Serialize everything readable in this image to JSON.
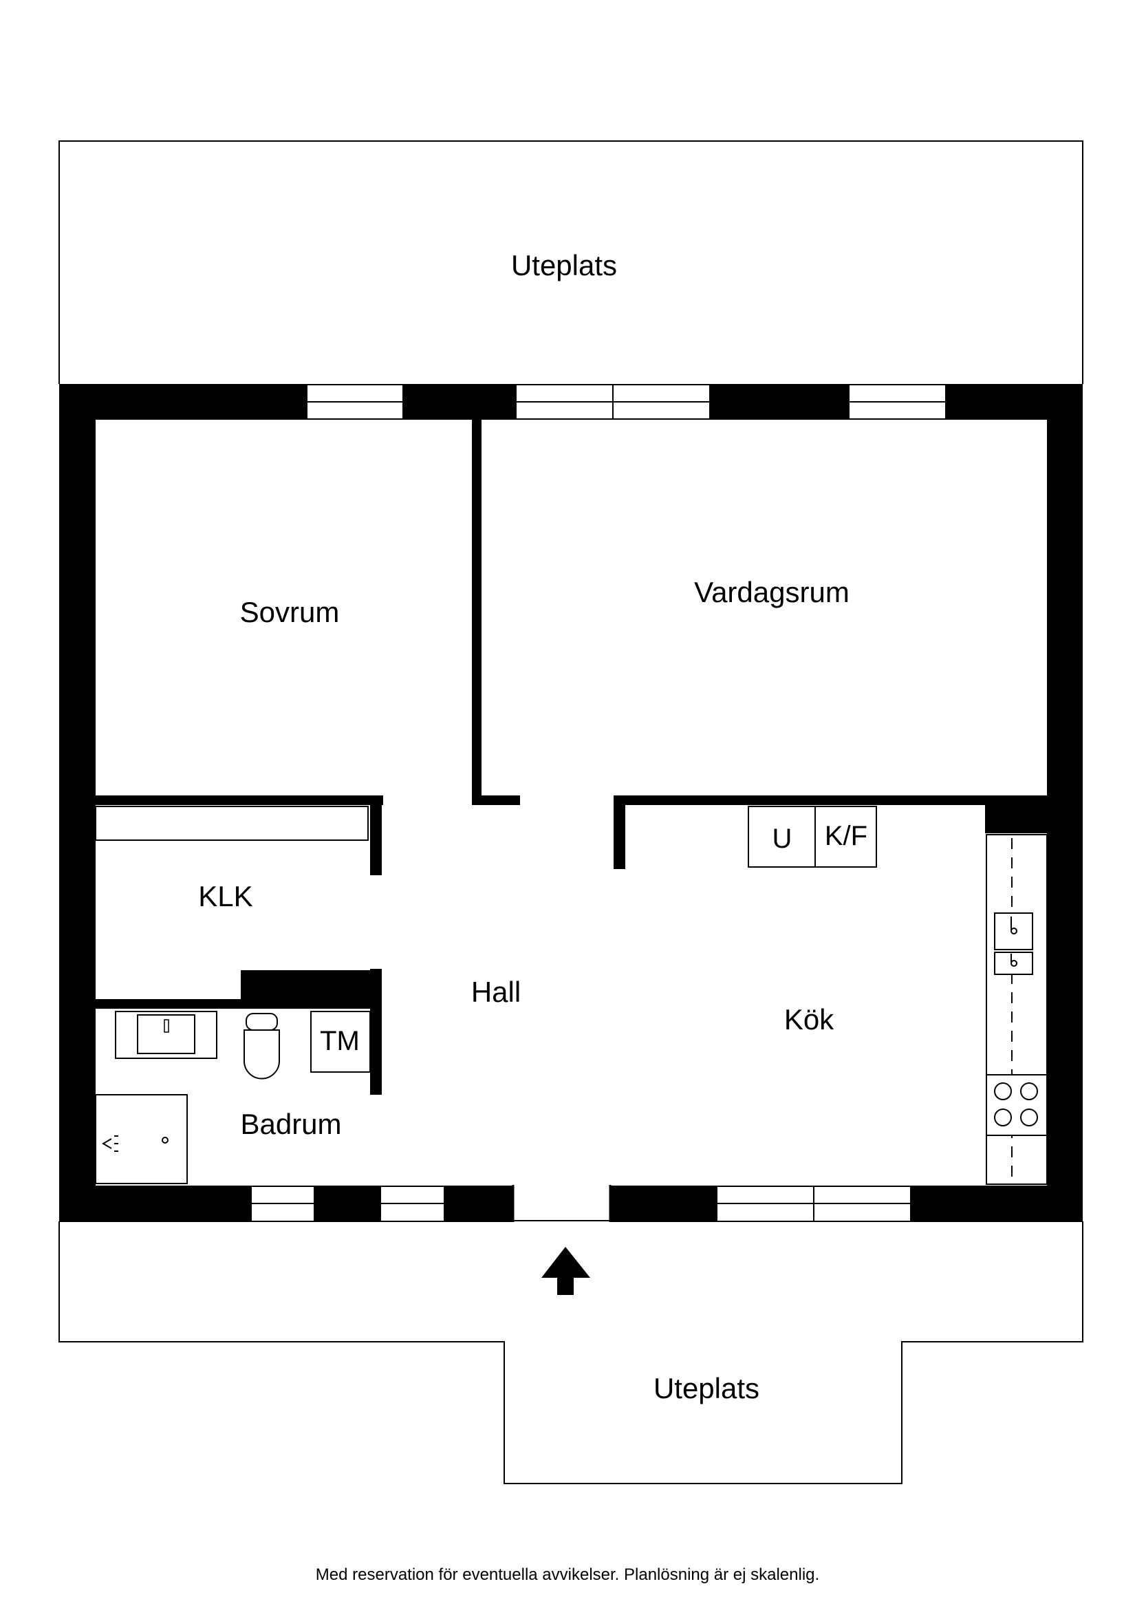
{
  "labels": {
    "uteplats_top": "Uteplats",
    "uteplats_bottom": "Uteplats",
    "sovrum": "Sovrum",
    "vardagsrum": "Vardagsrum",
    "klk": "KLK",
    "hall": "Hall",
    "kok": "Kök",
    "badrum": "Badrum",
    "tm": "TM",
    "u": "U",
    "kf": "K/F"
  },
  "footer": {
    "disclaimer": "Med reservation för eventuella avvikelser. Planlösning är ej skalenlig."
  },
  "colors": {
    "wall": "#000000",
    "background": "#ffffff"
  },
  "icons": [
    "entrance-arrow-icon",
    "stove-icon",
    "sink-icon",
    "toilet-icon",
    "shower-icon"
  ]
}
